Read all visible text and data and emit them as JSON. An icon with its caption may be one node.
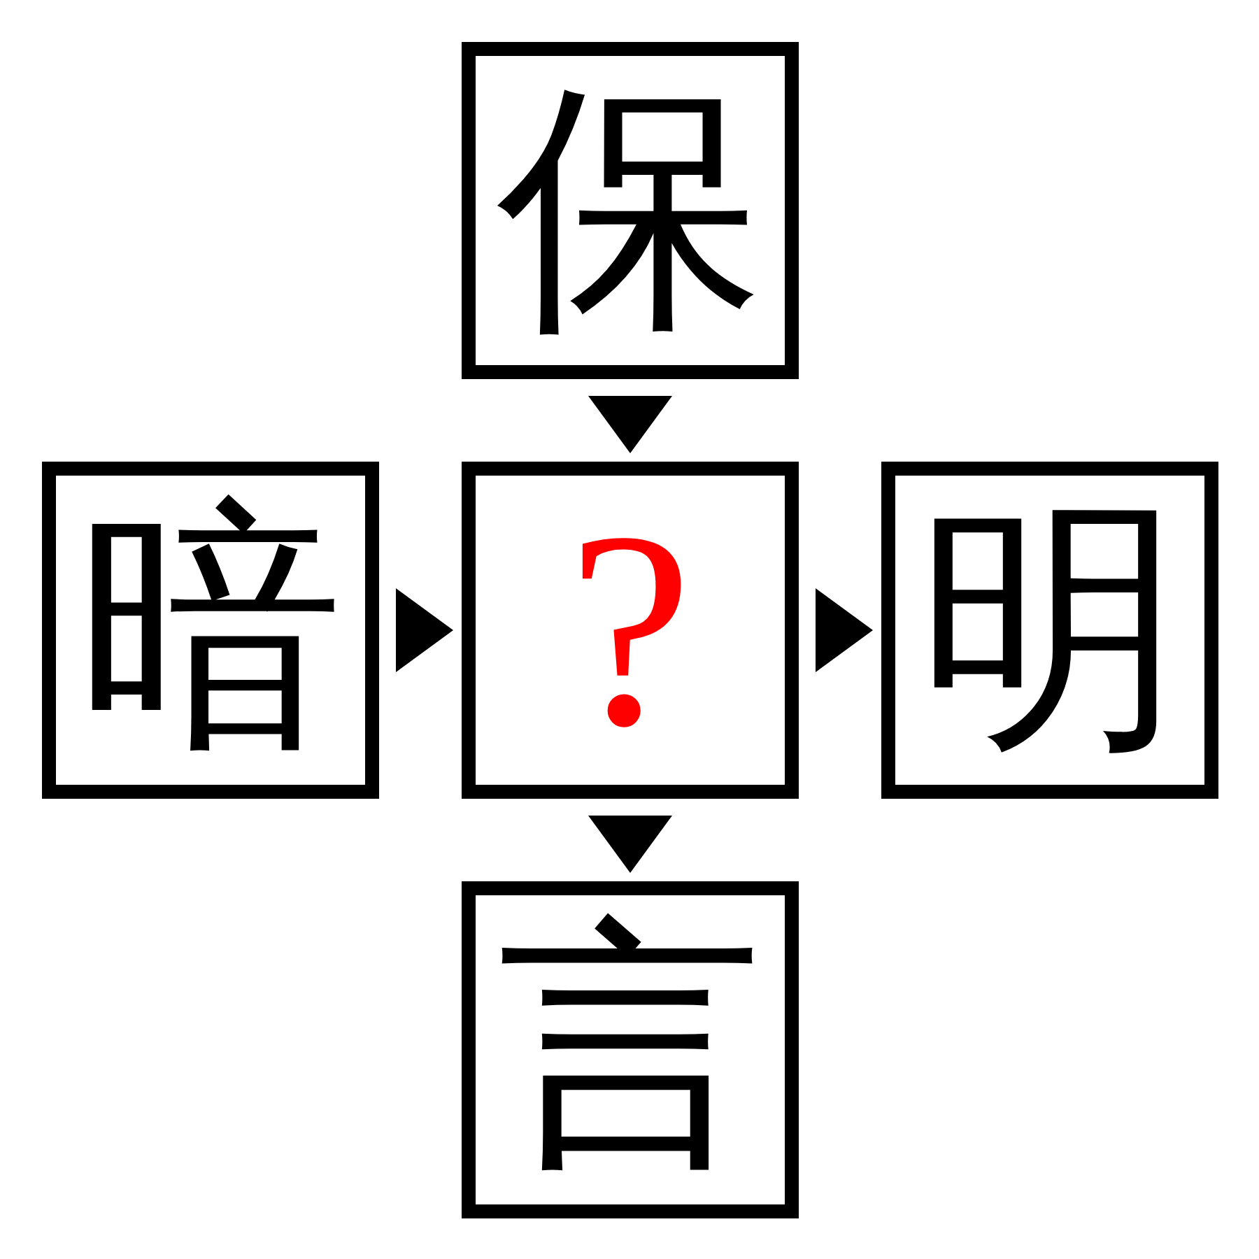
{
  "diagram": {
    "nodes": [
      {
        "text": [
          "保"
        ]
      },
      {
        "text": [
          "暗"
        ]
      },
      {
        "text": [
          "?"
        ]
      },
      {
        "text": [
          "明"
        ]
      },
      {
        "text": [
          "言"
        ]
      }
    ],
    "edges": [
      {
        "from": 0,
        "to": 2,
        "arrow": "to"
      },
      {
        "from": 1,
        "to": 2,
        "arrow": "to"
      },
      {
        "from": 2,
        "to": 3,
        "arrow": "to"
      },
      {
        "from": 2,
        "to": 4,
        "arrow": "to"
      }
    ]
  }
}
